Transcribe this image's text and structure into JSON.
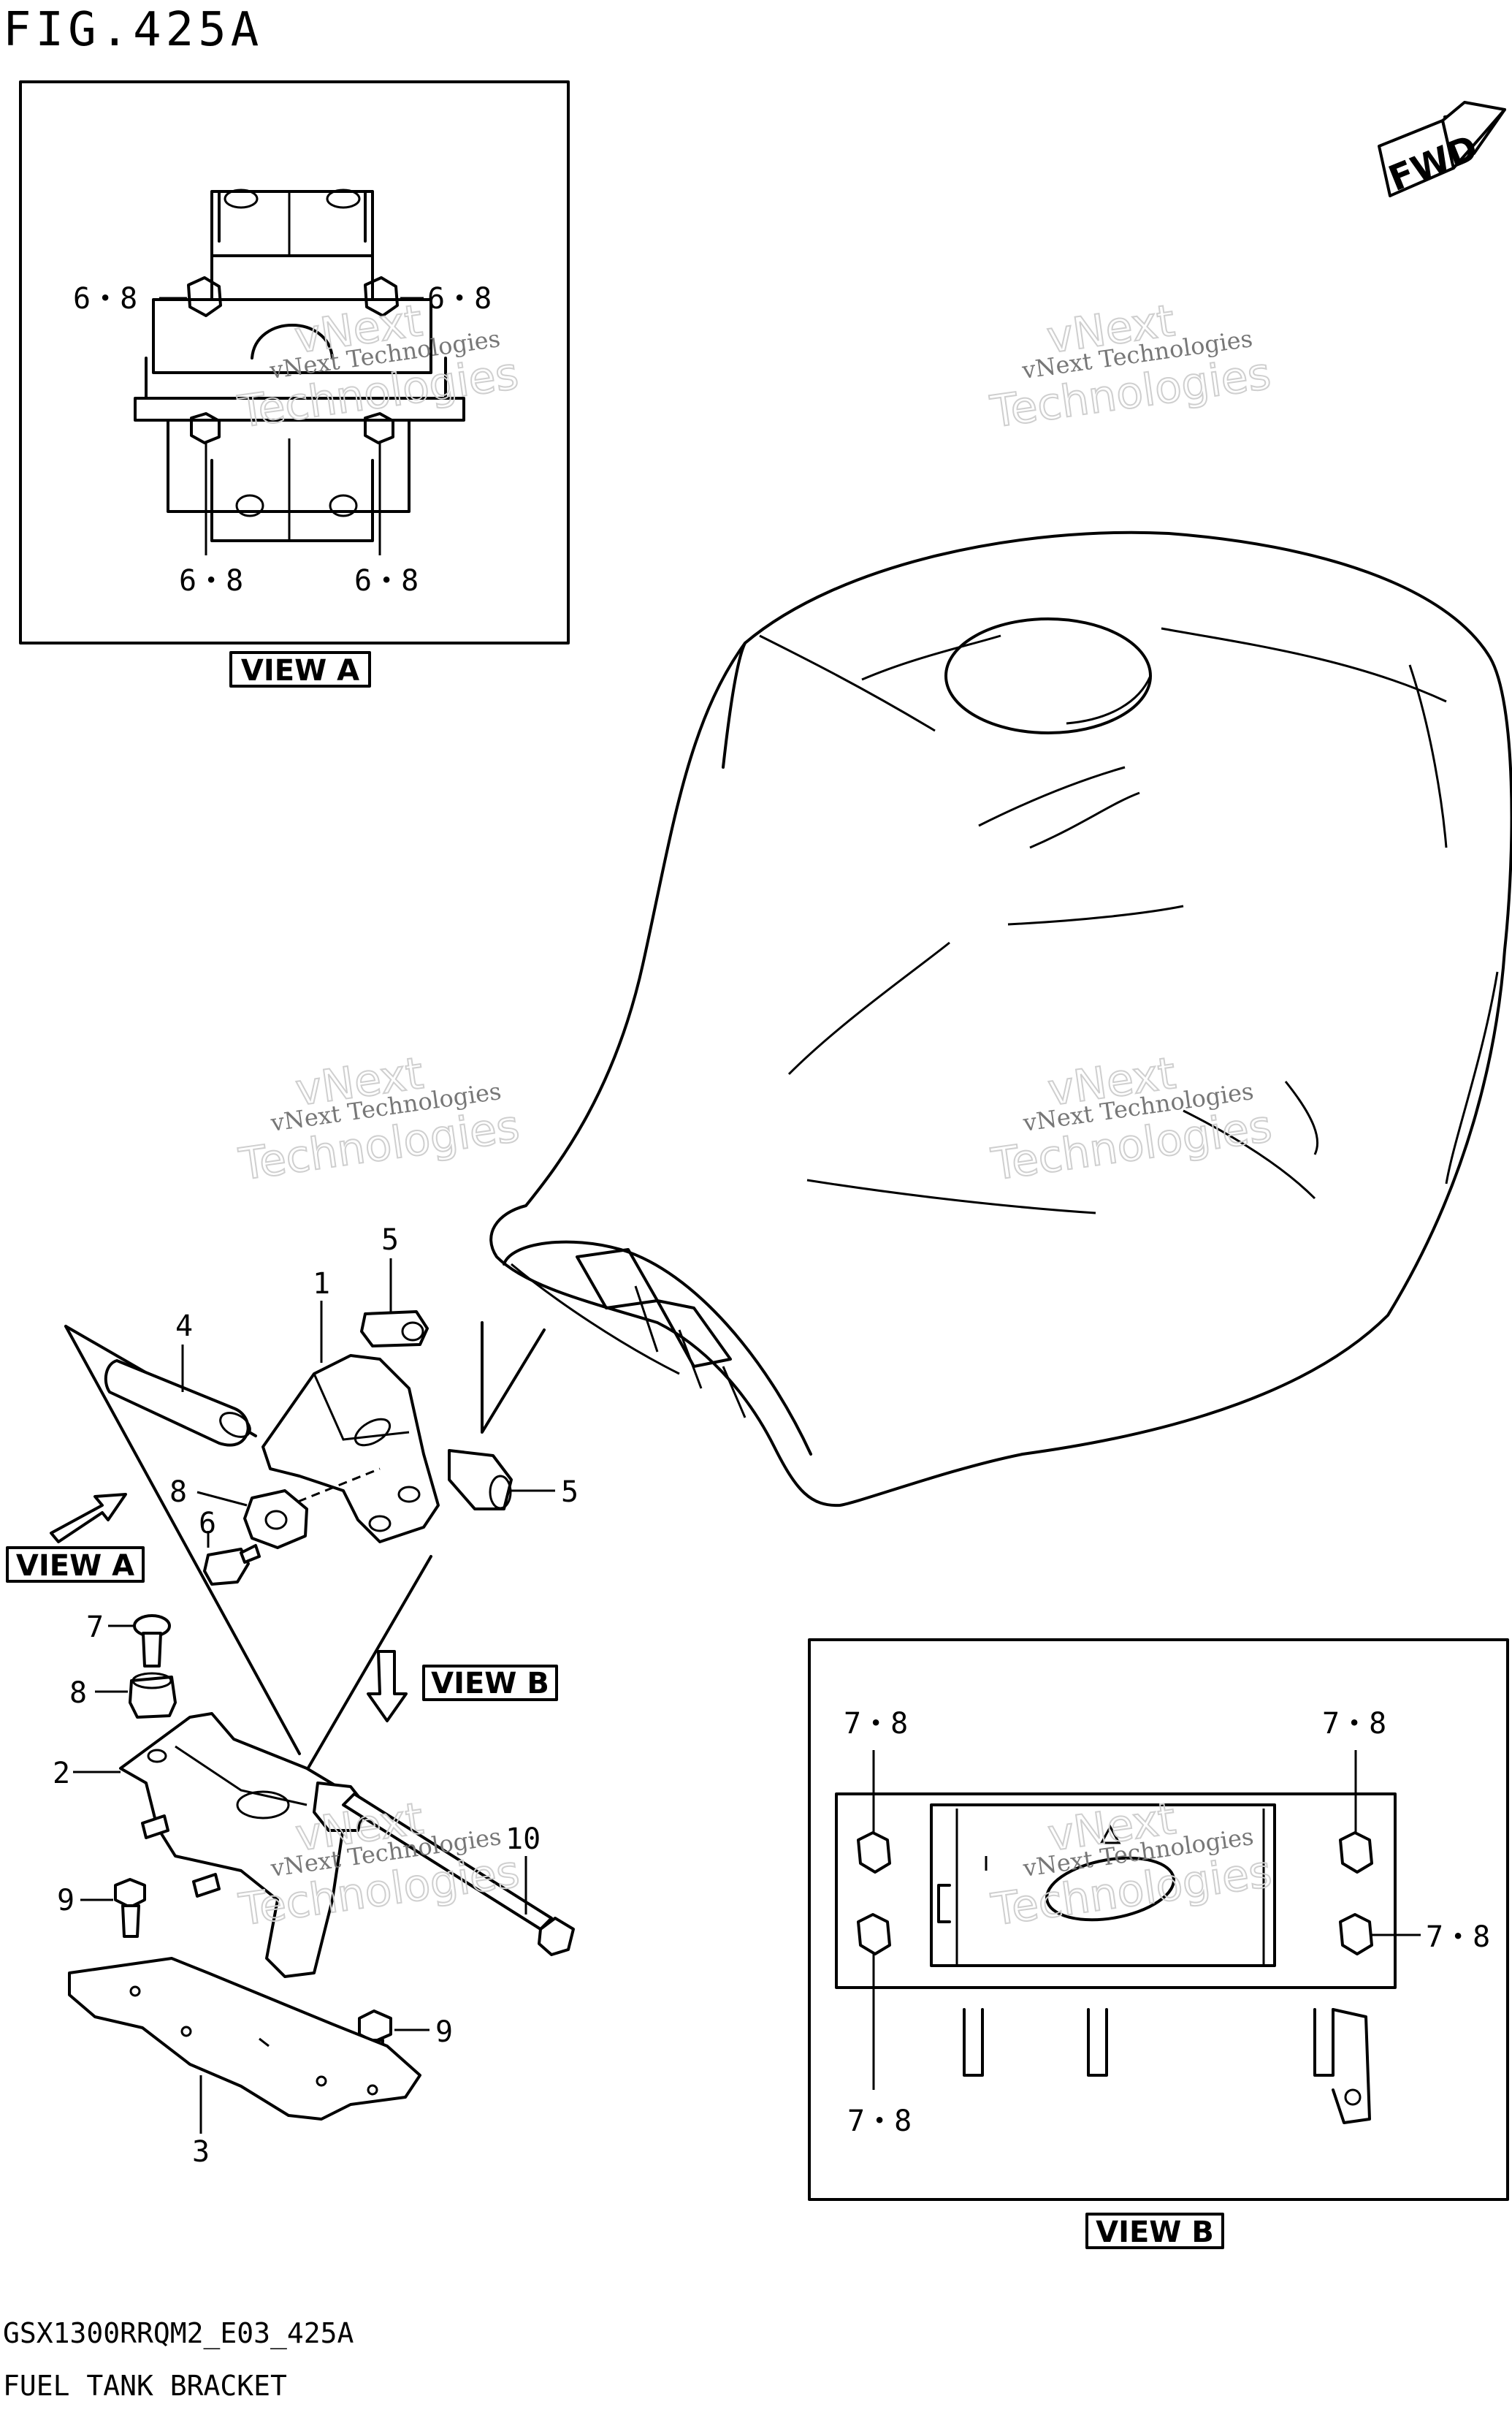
{
  "figure": {
    "title": "FIG.425A",
    "fwd_label": "FWD"
  },
  "views": {
    "view_a_top_label": "VIEW A",
    "view_a_arrow_label": "VIEW A",
    "view_b_arrow_label": "VIEW B",
    "view_b_bottom_label": "VIEW B"
  },
  "torque_values": {
    "view_a_top_left": "6・8",
    "view_a_top_right": "6・8",
    "view_a_bottom_left": "6・8",
    "view_a_bottom_right": "6・8",
    "view_b_top_left": "7・8",
    "view_b_top_right": "7・8",
    "view_b_mid_right": "7・8",
    "view_b_bottom_left": "7・8"
  },
  "callouts": {
    "part_1": "1",
    "part_2": "2",
    "part_3": "3",
    "part_4": "4",
    "part_5_top": "5",
    "part_5_right": "5",
    "part_6": "6",
    "part_7": "7",
    "part_8_upper": "8",
    "part_8_lower": "8",
    "part_9_left": "9",
    "part_9_right": "9",
    "part_10": "10"
  },
  "watermark": {
    "line1": "vNext Technologies",
    "line2": "vNext",
    "line3": "Technologies"
  },
  "footer": {
    "model_code": "GSX1300RRQM2_E03_425A",
    "caption": "FUEL TANK BRACKET"
  }
}
